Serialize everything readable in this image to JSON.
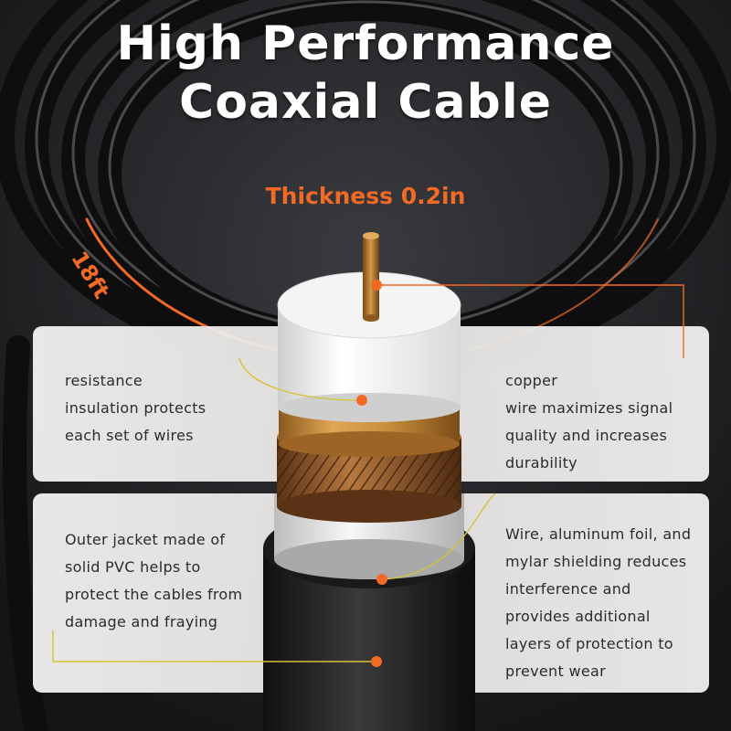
{
  "title": {
    "line1": "High Performance",
    "line2": "Coaxial Cable"
  },
  "thickness": "Thickness 0.2in",
  "length_label": "18ft",
  "callouts": {
    "resistance": [
      "resistance",
      "insulation protects",
      "each set of wires"
    ],
    "copper": [
      "copper",
      "wire maximizes signal",
      "quality and increases",
      "durability"
    ],
    "jacket": [
      "Outer jacket made of",
      "solid PVC helps to",
      "protect the cables from",
      "damage and fraying"
    ],
    "shield": [
      "Wire, aluminum foil, and",
      "mylar shielding reduces",
      "interference and",
      "provides additional",
      "layers of protection to",
      "prevent wear"
    ]
  },
  "colors": {
    "accent": "#f26a26",
    "background": "#1f2023",
    "panel": "#ecebea",
    "copper": "#c98f3c",
    "jacket": "#262626"
  }
}
